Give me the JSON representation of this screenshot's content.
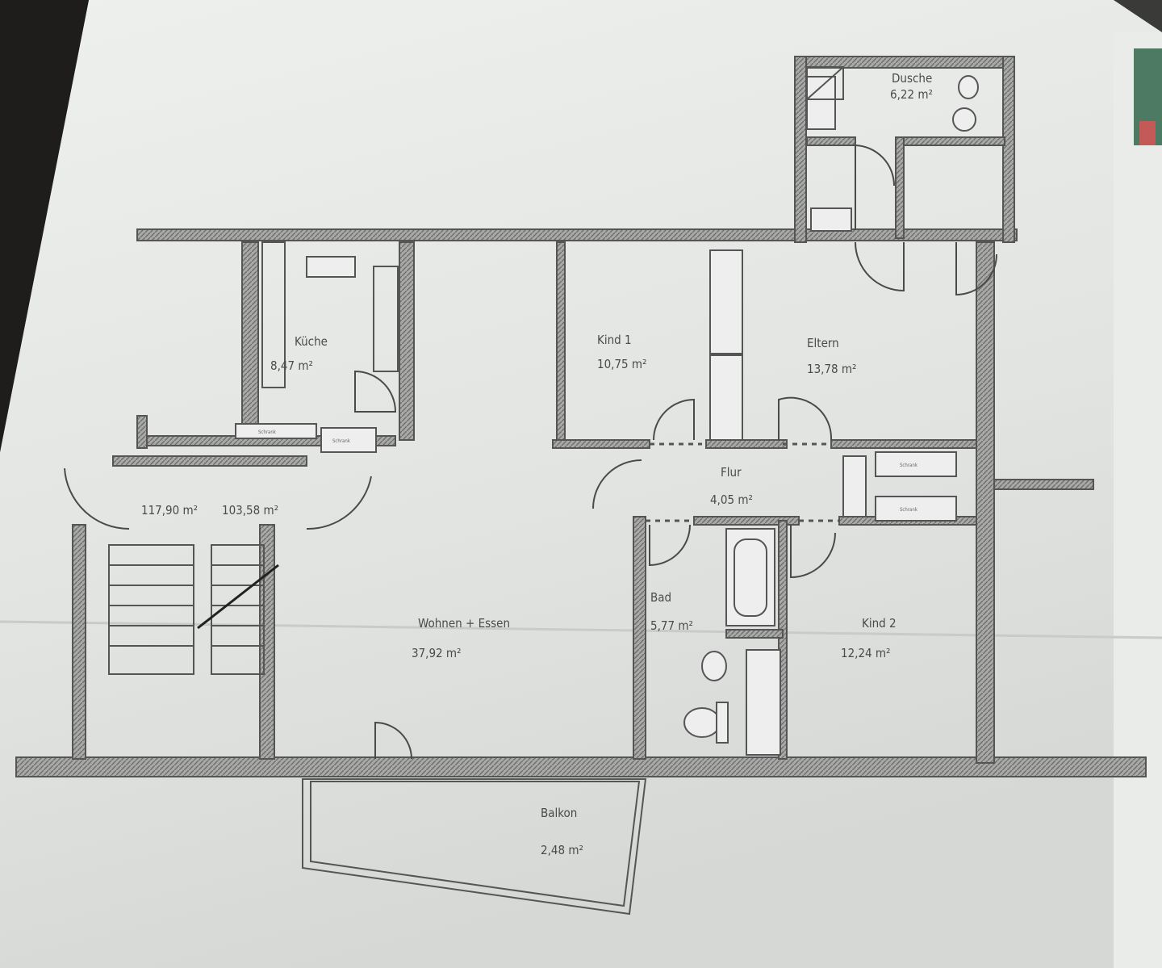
{
  "plan": {
    "total_area_gross": "117,90 m²",
    "total_area_net": "103,58 m²",
    "rooms": {
      "kueche": {
        "name": "Küche",
        "area": "8,47 m²"
      },
      "kind1": {
        "name": "Kind 1",
        "area": "10,75 m²"
      },
      "eltern": {
        "name": "Eltern",
        "area": "13,78 m²"
      },
      "flur": {
        "name": "Flur",
        "area": "4,05 m²"
      },
      "bad": {
        "name": "Bad",
        "area": "5,77 m²"
      },
      "kind2": {
        "name": "Kind 2",
        "area": "12,24 m²"
      },
      "wohnen": {
        "name": "Wohnen + Essen",
        "area": "37,92 m²"
      },
      "balkon": {
        "name": "Balkon",
        "area": "2,48 m²"
      },
      "dusche": {
        "name": "Dusche",
        "area": "6,22 m²"
      }
    },
    "closet_label": "Schrank"
  },
  "colors": {
    "paper": "#e4e6e4",
    "wall": "#8a8a8a",
    "line": "#555555"
  }
}
